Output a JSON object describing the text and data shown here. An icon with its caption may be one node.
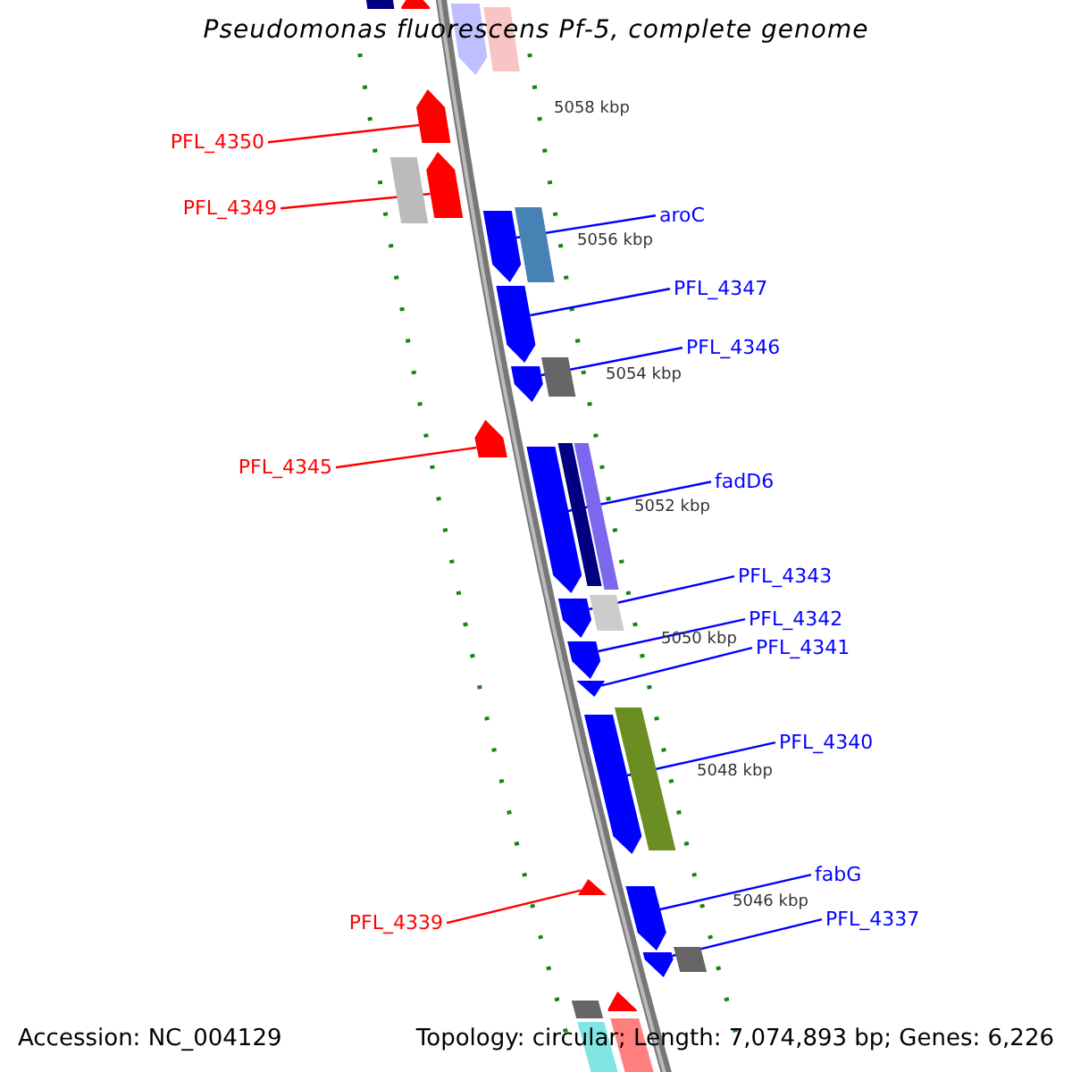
{
  "diagram": {
    "title": "Pseudomonas fluorescens Pf-5, complete genome",
    "nodes": [
      {
        "text": [
          "PFL_4350"
        ]
      },
      {
        "text": [
          "PFL_4349"
        ]
      },
      {
        "text": [
          "aroC"
        ]
      },
      {
        "text": [
          "PFL_4347"
        ]
      },
      {
        "text": [
          "PFL_4346"
        ]
      },
      {
        "text": [
          "PFL_4345"
        ]
      },
      {
        "text": [
          "fadD6"
        ]
      },
      {
        "text": [
          "PFL_4343"
        ]
      },
      {
        "text": [
          "PFL_4342"
        ]
      },
      {
        "text": [
          "PFL_4341"
        ]
      },
      {
        "text": [
          "PFL_4340"
        ]
      },
      {
        "text": [
          "fabG"
        ]
      },
      {
        "text": [
          "PFL_4337"
        ]
      },
      {
        "text": [
          "PFL_4339"
        ]
      },
      {
        "text": [],
        "shape": "box"
      },
      {
        "text": [],
        "shape": "pentagon"
      },
      {
        "text": [],
        "shape": "pentagon"
      },
      {
        "text": [],
        "shape": "box"
      },
      {
        "text": [],
        "shape": "pentagon"
      },
      {
        "text": [],
        "shape": "pentagon"
      },
      {
        "text": [],
        "shape": "box"
      },
      {
        "text": [],
        "shape": "box"
      },
      {
        "text": [],
        "shape": "pentagon"
      },
      {
        "text": [],
        "shape": "pentagon"
      },
      {
        "text": [],
        "shape": "box"
      },
      {
        "text": [],
        "shape": "pentagon"
      },
      {
        "text": [],
        "shape": "pentagon"
      },
      {
        "text": [],
        "shape": "box"
      },
      {
        "text": [],
        "shape": "box"
      },
      {
        "text": [],
        "shape": "pentagon"
      },
      {
        "text": [],
        "shape": "box"
      },
      {
        "text": [],
        "shape": "pentagon"
      },
      {
        "text": [],
        "shape": "pentagon"
      },
      {
        "text": [],
        "shape": "pentagon"
      },
      {
        "text": [],
        "shape": "box"
      },
      {
        "text": [],
        "shape": "pentagon"
      },
      {
        "text": [],
        "shape": "pentagon"
      },
      {
        "text": [],
        "shape": "pentagon"
      },
      {
        "text": [],
        "shape": "box"
      },
      {
        "text": [],
        "shape": "pentagon"
      },
      {
        "text": [],
        "shape": "pentagon"
      },
      {
        "text": [],
        "shape": "box"
      },
      {
        "text": [],
        "shape": "box"
      },
      {
        "text": [],
        "shape": "box"
      }
    ],
    "edges": [
      {
        "from": 0,
        "to": 18,
        "arrow": "none",
        "color": "#ff0000"
      },
      {
        "from": 1,
        "to": 19,
        "arrow": "none",
        "color": "#ff0000"
      },
      {
        "from": 2,
        "to": 22,
        "arrow": "none"
      },
      {
        "from": 3,
        "to": 23,
        "arrow": "none"
      },
      {
        "from": 4,
        "to": 25,
        "arrow": "none"
      },
      {
        "from": 5,
        "to": 26,
        "arrow": "none",
        "color": "#ff0000"
      },
      {
        "from": 6,
        "to": 29,
        "arrow": "none"
      },
      {
        "from": 7,
        "to": 31,
        "arrow": "none"
      },
      {
        "from": 8,
        "to": 32,
        "arrow": "none"
      },
      {
        "from": 9,
        "to": 33,
        "arrow": "none"
      },
      {
        "from": 10,
        "to": 35,
        "arrow": "none"
      },
      {
        "from": 11,
        "to": 37,
        "arrow": "none"
      },
      {
        "from": 12,
        "to": 39,
        "arrow": "none"
      },
      {
        "from": 13,
        "to": 36,
        "arrow": "none",
        "color": "#ff0000"
      }
    ],
    "labels": [
      "5058 kbp",
      "5056 kbp",
      "5054 kbp",
      "5052 kbp",
      "5050 kbp",
      "5048 kbp",
      "5046 kbp",
      "Accession: NC_004129",
      "Topology: circular; Length: 7,074,893 bp; Genes: 6,226"
    ]
  }
}
